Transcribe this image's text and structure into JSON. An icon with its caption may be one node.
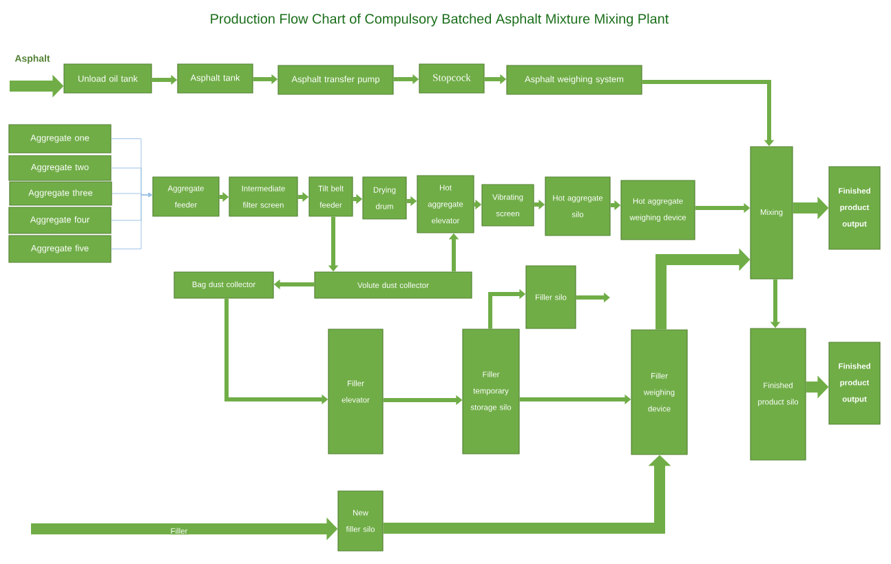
{
  "diagram": {
    "title": "Production Flow Chart of Compulsory Batched Asphalt Mixture Mixing Plant",
    "nodes": [
      {
        "text": [
          "Unload oil tank"
        ]
      },
      {
        "text": [
          "Asphalt tank"
        ]
      },
      {
        "text": [
          "Asphalt transfer pump"
        ]
      },
      {
        "text": [
          "Stopcock"
        ]
      },
      {
        "text": [
          "Asphalt weighing system"
        ]
      },
      {
        "text": [
          "Aggregate one"
        ]
      },
      {
        "text": [
          "Aggregate two"
        ]
      },
      {
        "text": [
          "Aggregate three"
        ]
      },
      {
        "text": [
          "Aggregate four"
        ]
      },
      {
        "text": [
          "Aggregate five"
        ]
      },
      {
        "text": [
          "Aggregate feeder"
        ]
      },
      {
        "text": [
          "Intermediate filter screen"
        ]
      },
      {
        "text": [
          "Tilt belt feeder"
        ]
      },
      {
        "text": [
          "Drying drum"
        ]
      },
      {
        "text": [
          "Hot aggregate elevator"
        ]
      },
      {
        "text": [
          "Vibrating screen"
        ]
      },
      {
        "text": [
          "Hot aggregate silo"
        ]
      },
      {
        "text": [
          "Hot aggregate weighing device"
        ]
      },
      {
        "text": [
          "Mixing"
        ]
      },
      {
        "text": [
          "Finished product output"
        ]
      },
      {
        "text": [
          "Bag dust collector"
        ]
      },
      {
        "text": [
          "Volute dust collector"
        ]
      },
      {
        "text": [
          "Filler silo"
        ]
      },
      {
        "text": [
          "Filler elevator"
        ]
      },
      {
        "text": [
          "Filler temporary storage silo"
        ]
      },
      {
        "text": [
          "Filler weighing device"
        ]
      },
      {
        "text": [
          "Finished product silo"
        ]
      },
      {
        "text": [
          "Finished product output"
        ]
      },
      {
        "text": [
          "New filler silo"
        ]
      }
    ],
    "edges": [
      {
        "from": null,
        "to": 0,
        "arrow": "to",
        "style": "thick"
      },
      {
        "from": 0,
        "to": 1,
        "arrow": "to"
      },
      {
        "from": 1,
        "to": 2,
        "arrow": "to"
      },
      {
        "from": 2,
        "to": 3,
        "arrow": "to"
      },
      {
        "from": 3,
        "to": 4,
        "arrow": "to"
      },
      {
        "from": 4,
        "to": 18,
        "arrow": "to"
      },
      {
        "from": 5,
        "to": 10,
        "arrow": "to",
        "color": "#9dc3e6"
      },
      {
        "from": 6,
        "to": 10,
        "arrow": "to",
        "color": "#9dc3e6"
      },
      {
        "from": 7,
        "to": 10,
        "arrow": "to",
        "color": "#9dc3e6"
      },
      {
        "from": 8,
        "to": 10,
        "arrow": "to",
        "color": "#9dc3e6"
      },
      {
        "from": 9,
        "to": 10,
        "arrow": "to",
        "color": "#9dc3e6"
      },
      {
        "from": 10,
        "to": 11,
        "arrow": "to"
      },
      {
        "from": 11,
        "to": 12,
        "arrow": "to"
      },
      {
        "from": 12,
        "to": 13,
        "arrow": "to"
      },
      {
        "from": 13,
        "to": 14,
        "arrow": "to"
      },
      {
        "from": 14,
        "to": 15,
        "arrow": "to"
      },
      {
        "from": 15,
        "to": 16,
        "arrow": "to"
      },
      {
        "from": 16,
        "to": 17,
        "arrow": "to"
      },
      {
        "from": 17,
        "to": 18,
        "arrow": "to"
      },
      {
        "from": 18,
        "to": 19,
        "arrow": "to",
        "style": "thick"
      },
      {
        "from": 12,
        "to": 21,
        "arrow": "to"
      },
      {
        "from": 21,
        "to": 14,
        "arrow": "to"
      },
      {
        "from": 21,
        "to": 20,
        "arrow": "to"
      },
      {
        "from": 20,
        "to": 23,
        "arrow": "to"
      },
      {
        "from": 23,
        "to": 24,
        "arrow": "to"
      },
      {
        "from": 24,
        "to": 25,
        "arrow": "to"
      },
      {
        "from": 24,
        "to": 22,
        "arrow": "to"
      },
      {
        "from": 22,
        "to": null,
        "arrow": "to"
      },
      {
        "from": 25,
        "to": 18,
        "arrow": "to",
        "style": "thick"
      },
      {
        "from": 18,
        "to": 26,
        "arrow": "to"
      },
      {
        "from": 26,
        "to": 27,
        "arrow": "to",
        "style": "thick"
      },
      {
        "from": null,
        "to": 28,
        "arrow": "to",
        "style": "thick",
        "label": "Filler"
      },
      {
        "from": 28,
        "to": 25,
        "arrow": "to",
        "style": "thick"
      }
    ],
    "labels": [
      "Asphalt"
    ]
  }
}
